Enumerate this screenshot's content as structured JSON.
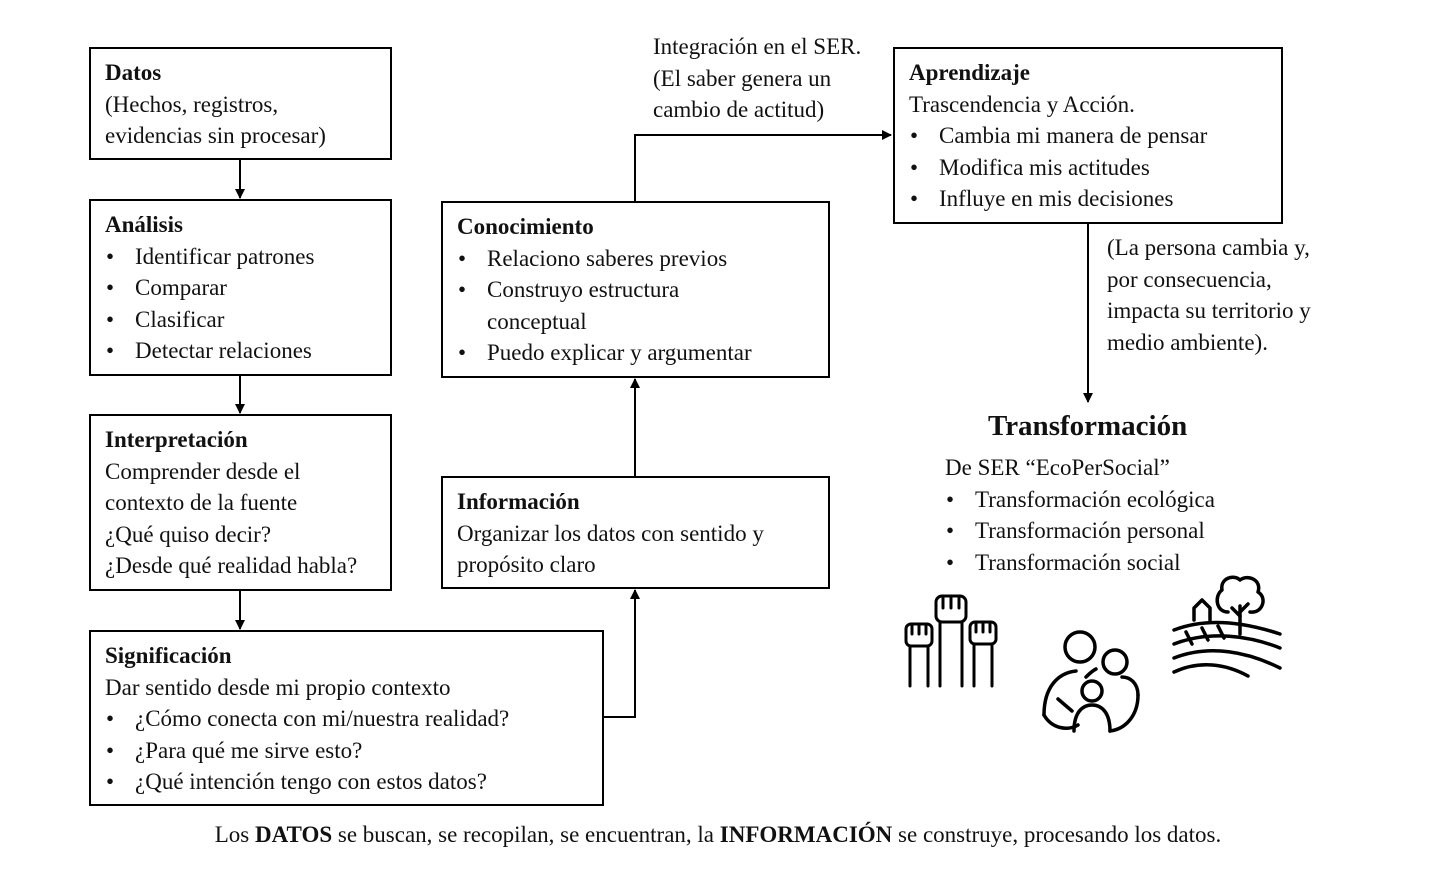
{
  "datos": {
    "title": "Datos",
    "lines": [
      "(Hechos, registros,",
      "evidencias sin procesar)"
    ]
  },
  "analisis": {
    "title": "Análisis",
    "bullets": [
      "Identificar patrones",
      "Comparar",
      "Clasificar",
      "Detectar relaciones"
    ]
  },
  "interpretacion": {
    "title": "Interpretación",
    "lines": [
      "Comprender desde el",
      "contexto de la fuente",
      "¿Qué quiso decir?",
      "¿Desde qué realidad habla?"
    ]
  },
  "significacion": {
    "title": "Significación",
    "subtitle": "Dar sentido desde mi propio contexto",
    "bullets": [
      "¿Cómo conecta con mi/nuestra realidad?",
      "¿Para qué me sirve esto?",
      "¿Qué intención tengo con estos datos?"
    ]
  },
  "informacion": {
    "title": "Información",
    "lines": [
      "Organizar los datos con sentido y",
      "propósito claro"
    ]
  },
  "conocimiento": {
    "title": "Conocimiento",
    "bullets": [
      {
        "l1": "Relaciono saberes previos",
        "l2": ""
      },
      {
        "l1": "Construyo estructura",
        "l2": "conceptual"
      },
      {
        "l1": "Puedo explicar y argumentar",
        "l2": ""
      }
    ]
  },
  "integracion_note": {
    "lines": [
      "Integración en el SER.",
      "(El saber genera un",
      "cambio de actitud)"
    ]
  },
  "aprendizaje": {
    "title": "Aprendizaje",
    "subtitle": "Trascendencia y Acción.",
    "bullets": [
      "Cambia mi manera de pensar",
      "Modifica mis actitudes",
      "Influye en mis decisiones"
    ]
  },
  "cambio_note": {
    "lines": [
      "(La persona cambia y,",
      "por consecuencia,",
      "impacta su territorio y",
      "medio ambiente)."
    ]
  },
  "transformacion": {
    "title": "Transformación",
    "subtitle": "De SER “EcoPerSocial”",
    "bullets": [
      "Transformación ecológica",
      "Transformación personal",
      "Transformación social"
    ],
    "icons": [
      "raised-fists-icon",
      "family-icon",
      "tree-landscape-icon"
    ]
  },
  "footer": {
    "p1": "Los ",
    "b1": "DATOS",
    "p2": " se buscan, se recopilan, se encuentran, la ",
    "b2": "INFORMACIÓN",
    "p3": " se construye, procesando los datos."
  },
  "colors": {
    "line": "#000000",
    "text": "#111111",
    "background": "#ffffff"
  }
}
